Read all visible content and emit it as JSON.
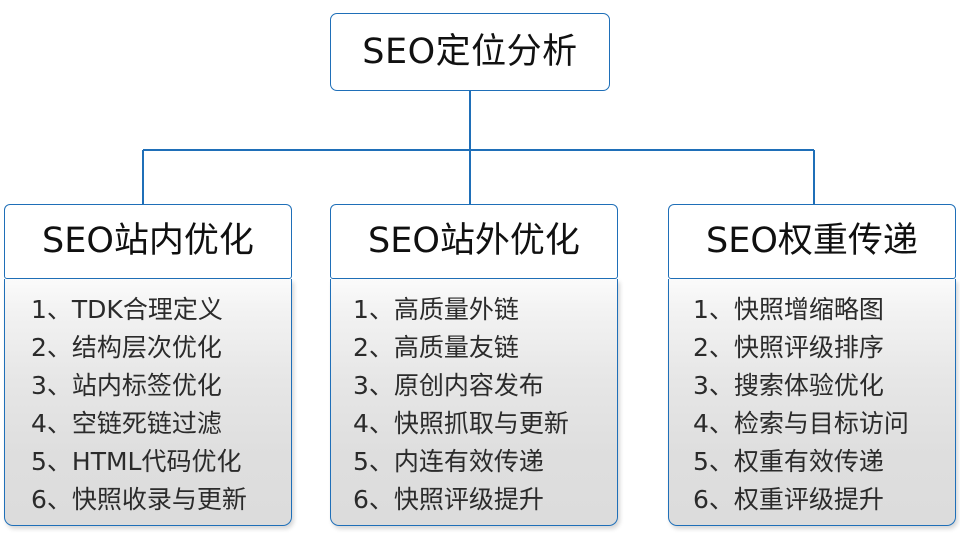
{
  "diagram": {
    "type": "org-chart",
    "root": {
      "label": "SEO定位分析"
    },
    "accent_color": "#1f6fb8",
    "branches": [
      {
        "header": "SEO站内优化",
        "items": [
          {
            "index": "1、",
            "text": "TDK合理定义"
          },
          {
            "index": "2、",
            "text": "结构层次优化"
          },
          {
            "index": "3、",
            "text": "站内标签优化"
          },
          {
            "index": "4、",
            "text": "空链死链过滤"
          },
          {
            "index": "5、",
            "text": "HTML代码优化"
          },
          {
            "index": "6、",
            "text": "快照收录与更新"
          }
        ]
      },
      {
        "header": "SEO站外优化",
        "items": [
          {
            "index": "1、",
            "text": "高质量外链"
          },
          {
            "index": "2、",
            "text": "高质量友链"
          },
          {
            "index": "3、",
            "text": "原创内容发布"
          },
          {
            "index": "4、",
            "text": "快照抓取与更新"
          },
          {
            "index": "5、",
            "text": "内连有效传递"
          },
          {
            "index": "6、",
            "text": "快照评级提升"
          }
        ]
      },
      {
        "header": "SEO权重传递",
        "items": [
          {
            "index": "1、",
            "text": "快照增缩略图"
          },
          {
            "index": "2、",
            "text": "快照评级排序"
          },
          {
            "index": "3、",
            "text": "搜索体验优化"
          },
          {
            "index": "4、",
            "text": "检索与目标访问"
          },
          {
            "index": "5、",
            "text": "权重有效传递"
          },
          {
            "index": "6、",
            "text": "权重评级提升"
          }
        ]
      }
    ]
  }
}
